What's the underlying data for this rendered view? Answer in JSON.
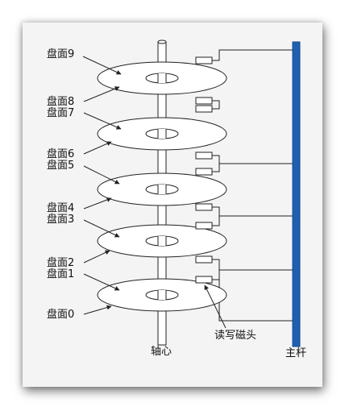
{
  "platters": [
    "盘面0",
    "盘面1",
    "盘面2",
    "盘面3",
    "盘面4",
    "盘面5",
    "盘面6",
    "盘面7",
    "盘面8",
    "盘面9"
  ],
  "head_label": "读写磁头",
  "spindle_label": "轴心",
  "arm_label": "主杆",
  "colors": {
    "background": "#f4f4f4",
    "disk_fill": "#ffffff",
    "outline": "#222222",
    "arm": "#1f5fb3",
    "arm_edge": "#174a8c"
  }
}
